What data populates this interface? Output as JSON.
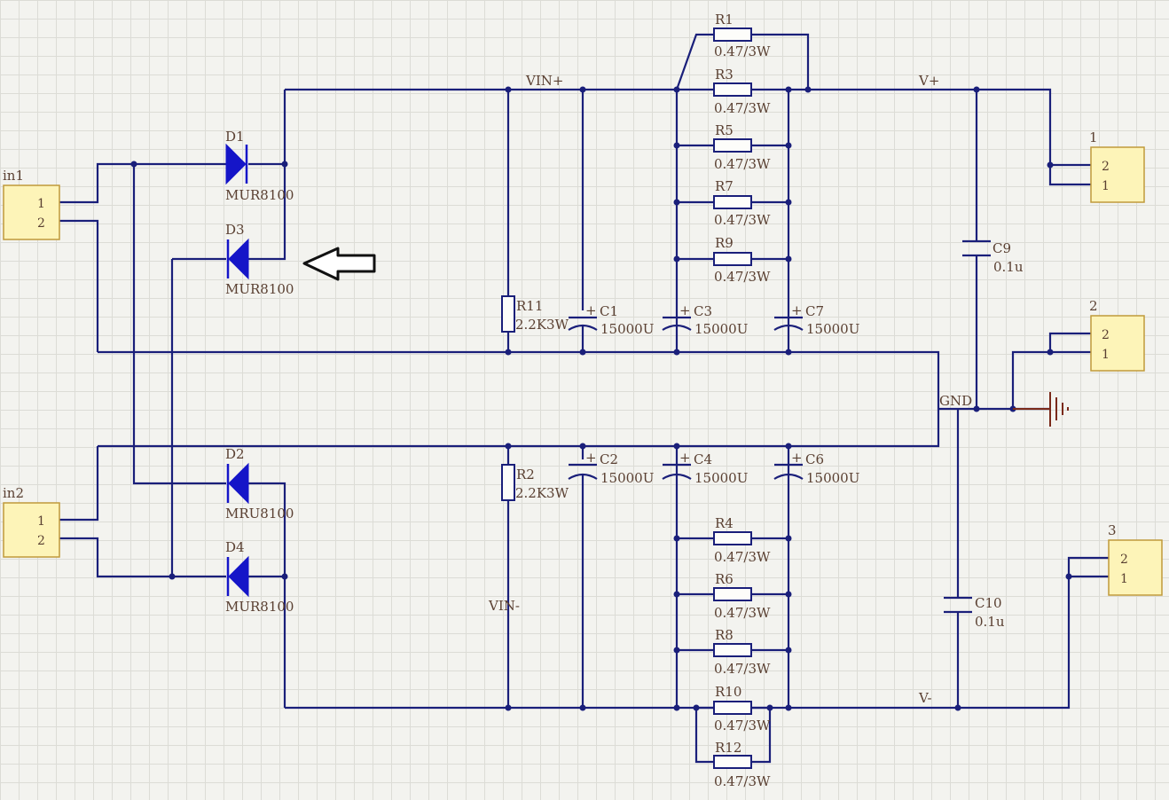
{
  "connectors": {
    "in1": {
      "ref": "in1",
      "pins": [
        "1",
        "2"
      ]
    },
    "in2": {
      "ref": "in2",
      "pins": [
        "1",
        "2"
      ]
    },
    "j1": {
      "ref": "1",
      "pins": [
        "2",
        "1"
      ]
    },
    "j2": {
      "ref": "2",
      "pins": [
        "2",
        "1"
      ]
    },
    "j3": {
      "ref": "3",
      "pins": [
        "2",
        "1"
      ]
    }
  },
  "diodes": {
    "d1": {
      "ref": "D1",
      "value": "MUR8100"
    },
    "d3": {
      "ref": "D3",
      "value": "MUR8100"
    },
    "d2": {
      "ref": "D2",
      "value": "MRU8100"
    },
    "d4": {
      "ref": "D4",
      "value": "MUR8100"
    }
  },
  "resistors": {
    "r1": {
      "ref": "R1",
      "value": "0.47/3W"
    },
    "r3": {
      "ref": "R3",
      "value": "0.47/3W"
    },
    "r5": {
      "ref": "R5",
      "value": "0.47/3W"
    },
    "r7": {
      "ref": "R7",
      "value": "0.47/3W"
    },
    "r9": {
      "ref": "R9",
      "value": "0.47/3W"
    },
    "r4": {
      "ref": "R4",
      "value": "0.47/3W"
    },
    "r6": {
      "ref": "R6",
      "value": "0.47/3W"
    },
    "r8": {
      "ref": "R8",
      "value": "0.47/3W"
    },
    "r10": {
      "ref": "R10",
      "value": "0.47/3W"
    },
    "r12": {
      "ref": "R12",
      "value": "0.47/3W"
    },
    "r11": {
      "ref": "R11",
      "value": "2.2K3W"
    },
    "r2": {
      "ref": "R2",
      "value": "2.2K3W"
    }
  },
  "capacitors": {
    "c1": {
      "ref": "C1",
      "value": "15000U"
    },
    "c3": {
      "ref": "C3",
      "value": "15000U"
    },
    "c7": {
      "ref": "C7",
      "value": "15000U"
    },
    "c2": {
      "ref": "C2",
      "value": "15000U"
    },
    "c4": {
      "ref": "C4",
      "value": "15000U"
    },
    "c6": {
      "ref": "C6",
      "value": "15000U"
    },
    "c9": {
      "ref": "C9",
      "value": "0.1u"
    },
    "c10": {
      "ref": "C10",
      "value": "0.1u"
    }
  },
  "nets": {
    "vin_plus": "VIN+",
    "vin_minus": "VIN-",
    "v_plus": "V+",
    "v_minus": "V-",
    "gnd": "GND"
  },
  "colors": {
    "wire": "#1a1f7a",
    "diode": "#1515c8",
    "connector_fill": "#fdf4b8",
    "label": "#5a4032",
    "ground": "#7a2a1a"
  },
  "icons": {
    "ground": "ground-icon",
    "arrow": "left-arrow-icon"
  }
}
